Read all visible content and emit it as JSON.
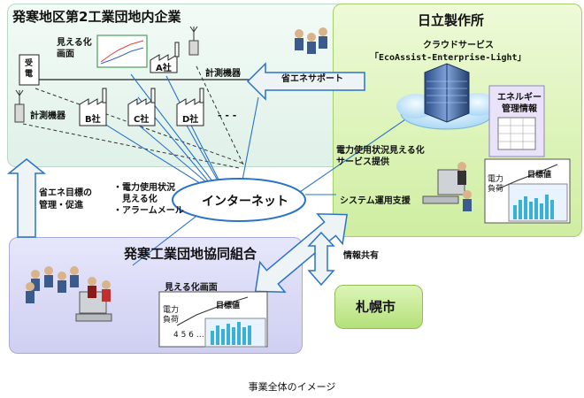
{
  "panels": {
    "top_left": {
      "title": "発寒地区第2工業団地内企業",
      "mieruka_label": "見える化\n画面",
      "juden_label": "受\n電",
      "keisoku_label_1": "計測機器",
      "keisoku_label_2": "計測機器",
      "companies": [
        "A社",
        "B社",
        "C社",
        "D社"
      ],
      "etc": "- - -"
    },
    "top_right": {
      "title": "日立製作所",
      "cloud_service_label": "クラウドサービス",
      "cloud_service_name": "「EcoAssist-Enterprise-Light」",
      "energy_info": "エネルギー\n管理情報",
      "power_service": "電力使用状況見える化\nサービス提供",
      "system_support": "システム運用支援"
    },
    "bottom_left": {
      "title": "発寒工業団地協同組合",
      "mieruka_screen": "見える化画面"
    },
    "bottom_right": {
      "title": "札幌市"
    }
  },
  "center": {
    "internet": "インターネット",
    "energy_support": "省エネサポート",
    "goal_management": "省エネ目標の\n管理・促進",
    "services_list": "・電力使用状況\n　見える化\n・アラームメール",
    "info_share": "情報共有"
  },
  "mini_chart": {
    "ylabel": "電力\n負荷",
    "target": "目標値",
    "xticks": "4  5  6  …"
  },
  "caption": "事業全体のイメージ",
  "colors": {
    "arrow_fill": "#eef3f6",
    "arrow_stroke": "#2a73c7",
    "line_blue": "#2a73c7",
    "panel_green": "#cfeea1",
    "panel_purple": "#cfcff2",
    "panel_mint": "#dff1e8"
  },
  "icons": [
    "cloud-icon",
    "building-icon",
    "factory-icon",
    "antenna-icon",
    "person-icon",
    "computer-icon",
    "document-icon",
    "chart-icon"
  ]
}
